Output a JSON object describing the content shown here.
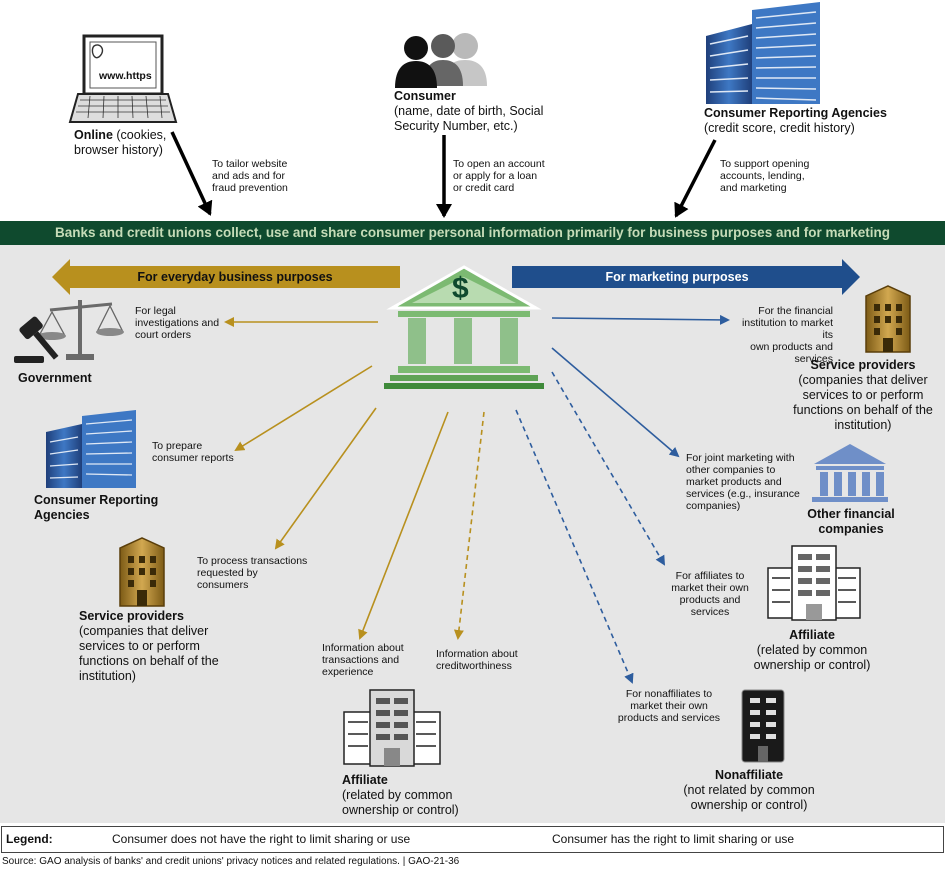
{
  "top": {
    "online": {
      "title": "Online",
      "detail": " (cookies,",
      "detail2": "browser history)",
      "screen_text": "www.https"
    },
    "online_arrow": [
      "To tailor website",
      "and ads and for",
      "fraud prevention"
    ],
    "consumer": {
      "title": "Consumer",
      "detail": [
        "(name, date of birth, Social",
        "Security Number, etc.)"
      ]
    },
    "consumer_arrow": [
      "To open an account",
      "or apply for a loan",
      "or credit card"
    ],
    "cra": {
      "title": "Consumer Reporting Agencies",
      "detail": "(credit score, credit history)"
    },
    "cra_arrow": [
      "To support opening",
      "accounts, lending,",
      "and marketing"
    ]
  },
  "banner": "Banks and credit unions collect, use and share consumer personal information primarily for business purposes and for marketing",
  "left_header": "For everyday business purposes",
  "right_header": "For marketing purposes",
  "bank_symbol": "$",
  "left": {
    "government": {
      "label": "Government",
      "purpose": [
        "For legal",
        "investigations and",
        "court orders"
      ]
    },
    "cra": {
      "label": [
        "Consumer Reporting",
        "Agencies"
      ],
      "purpose": [
        "To prepare",
        "consumer reports"
      ]
    },
    "service": {
      "title": "Service providers",
      "detail": [
        "(companies that deliver",
        "services to or perform",
        "functions on behalf of the",
        "institution)"
      ],
      "purpose": [
        "To process transactions",
        "requested by",
        "consumers"
      ]
    },
    "affiliate_purpose1": [
      "Information about",
      "transactions and",
      "experience"
    ],
    "affiliate_purpose2": [
      "Information about",
      "creditworthiness"
    ],
    "affiliate": {
      "title": "Affiliate",
      "detail": [
        "(related by common",
        "ownership or control)"
      ]
    }
  },
  "right": {
    "service": {
      "purpose": [
        "For the financial",
        "institution to market its",
        "own products and",
        "services"
      ],
      "title": "Service providers",
      "detail": [
        "(companies that deliver",
        "services to or perform",
        "functions on behalf of the",
        "institution)"
      ]
    },
    "other_fin": {
      "purpose": [
        "For joint marketing with",
        "other companies to",
        "market products and",
        "services (e.g., insurance",
        "companies)"
      ],
      "title": [
        "Other financial",
        "companies"
      ]
    },
    "affiliate": {
      "purpose": [
        "For affiliates to",
        "market their own",
        "products and",
        "services"
      ],
      "title": "Affiliate",
      "detail": [
        "(related by common",
        "ownership or control)"
      ]
    },
    "nonaffiliate": {
      "purpose": [
        "For nonaffiliates to",
        "market their own",
        "products and services"
      ],
      "title": "Nonaffiliate",
      "detail": [
        "(not related by common",
        "ownership or control)"
      ]
    }
  },
  "legend": {
    "label": "Legend:",
    "solid": "Consumer does not have the right to limit sharing or use",
    "dashed": "Consumer has the right to limit sharing or use"
  },
  "source": "Source: GAO analysis of banks' and credit unions' privacy notices and related regulations.  |  GAO-21-36",
  "colors": {
    "banner_bg": "#0f4a2e",
    "banner_text": "#c6dcb8",
    "gold": "#b8901e",
    "blue": "#2e5d9e",
    "bank_green": "#8fc08a",
    "panel": "#e6e6e6"
  }
}
